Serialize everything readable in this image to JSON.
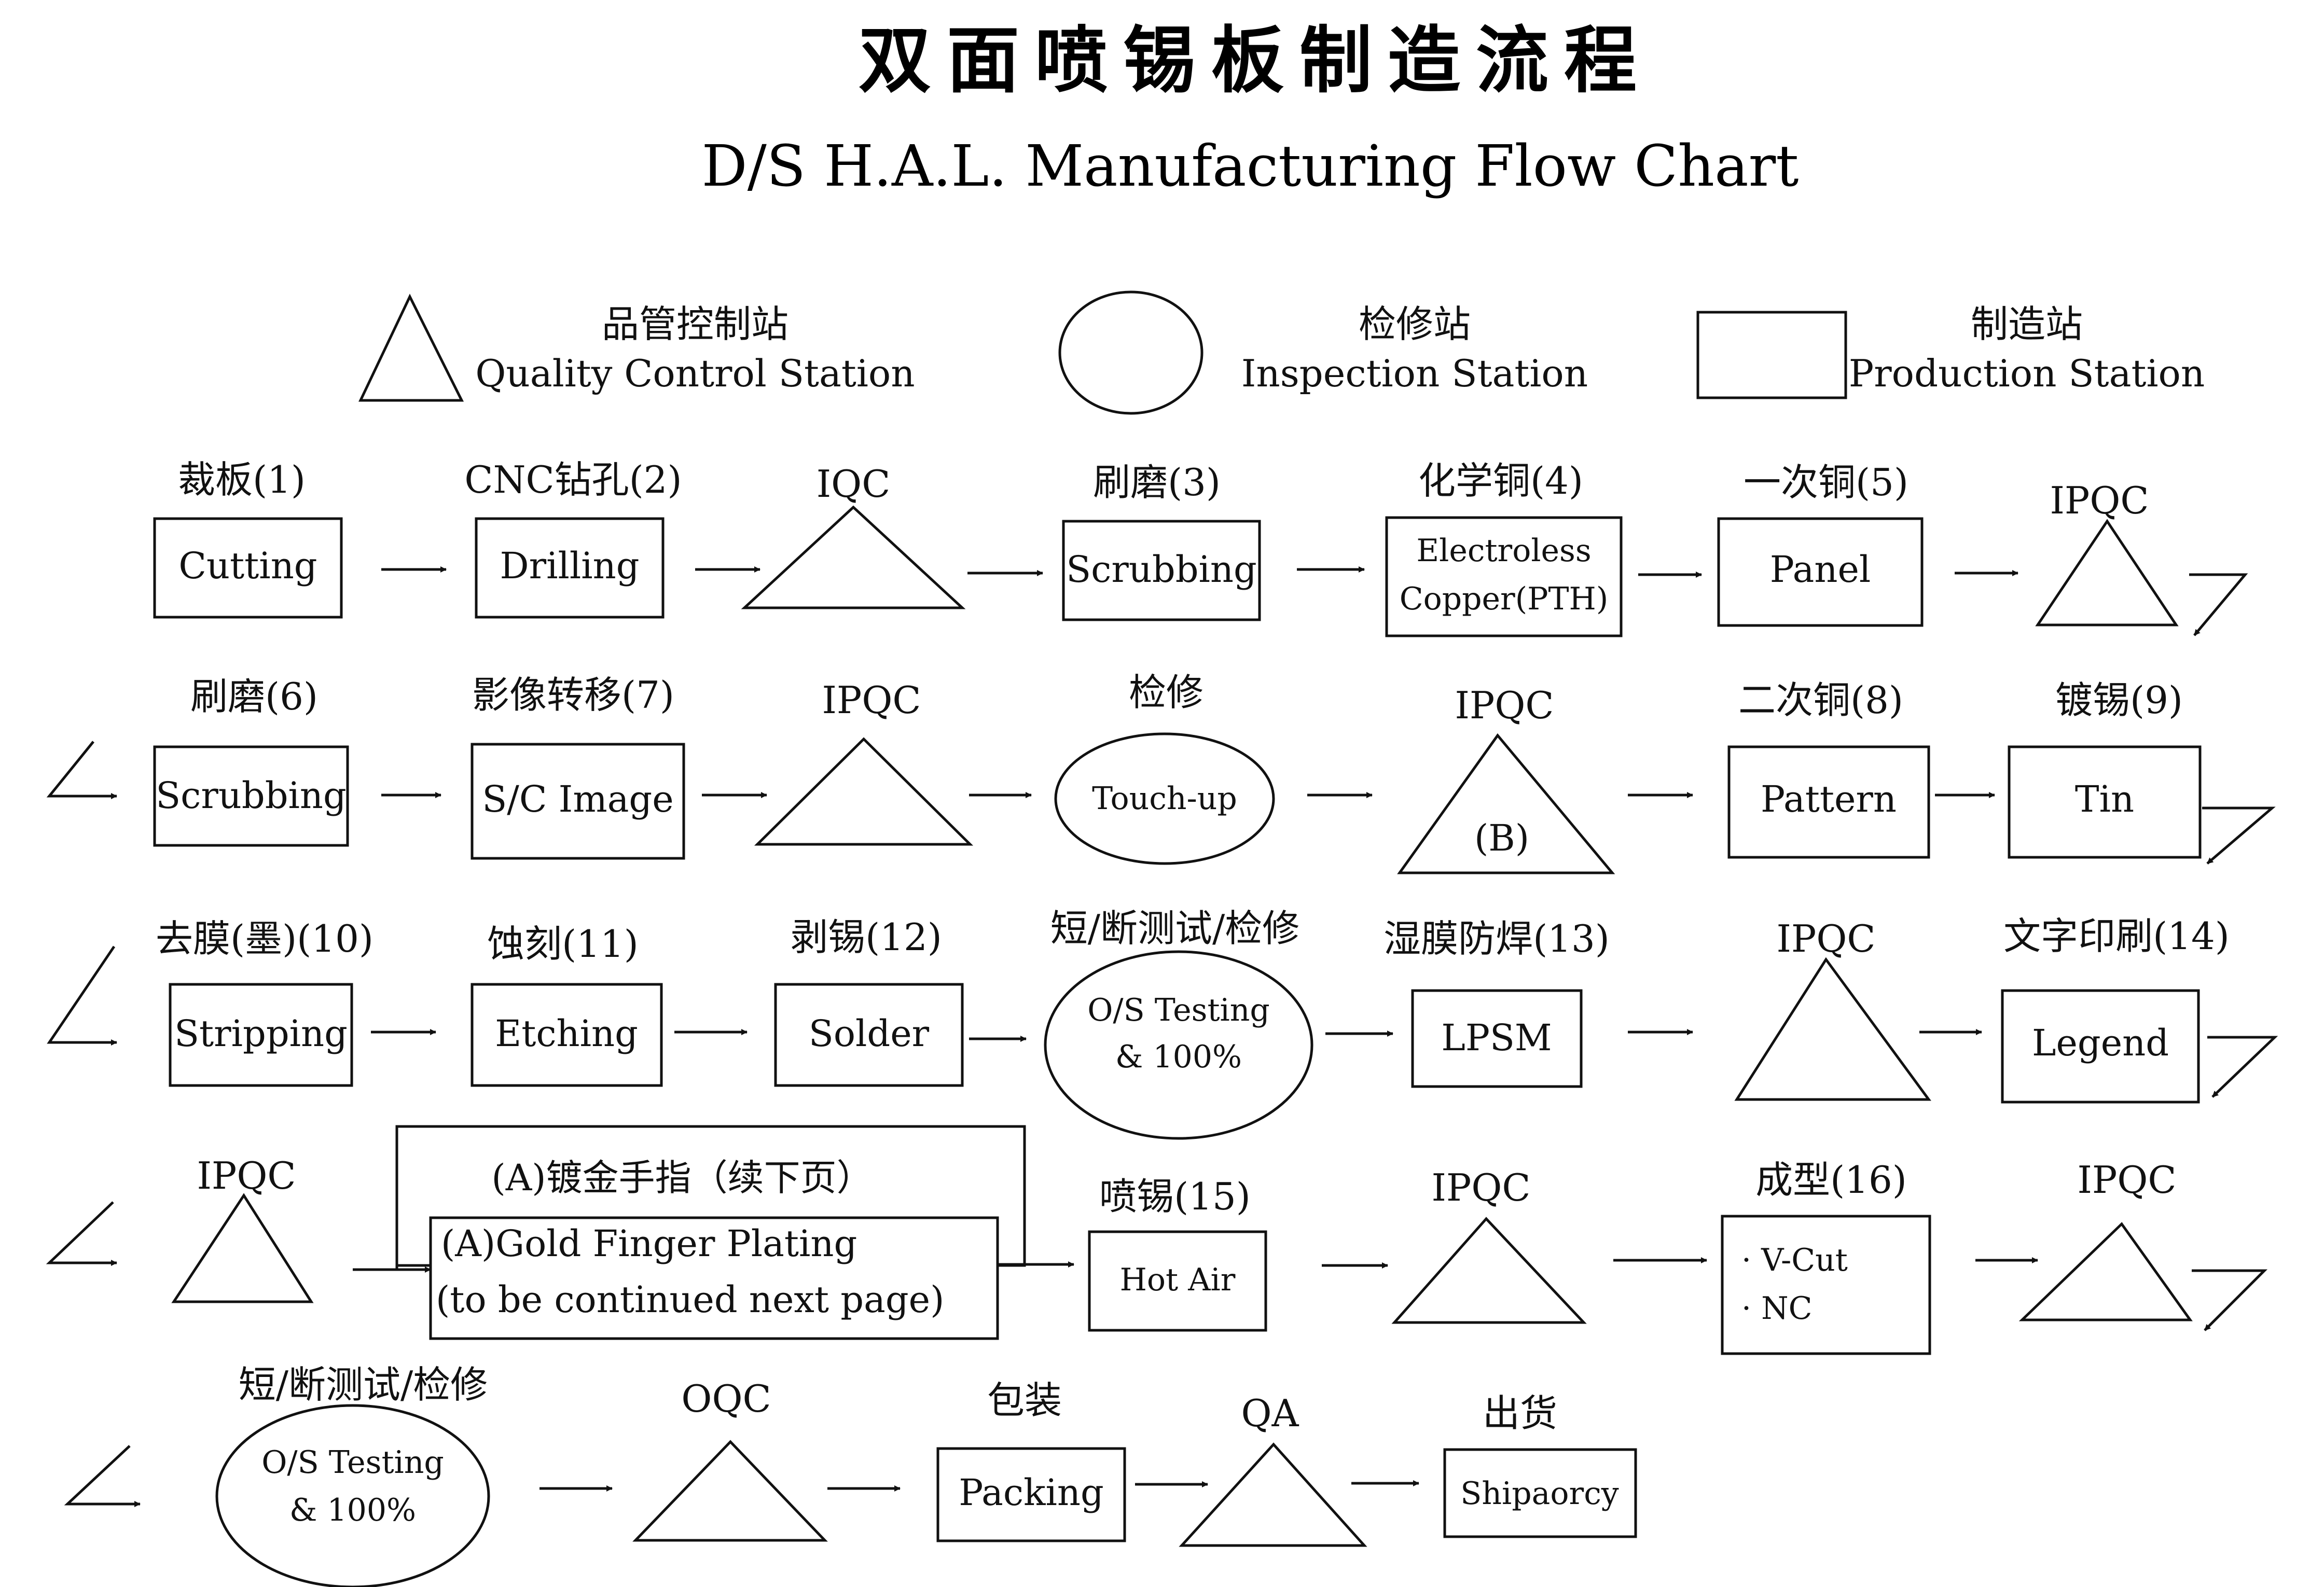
{
  "title_cn": "双面喷锡板制造流程",
  "title_en": "D/S H.A.L. Manufacturing Flow Chart",
  "legend": {
    "quality": {
      "cn": "品管控制站",
      "en": "Quality Control Station"
    },
    "inspection": {
      "cn": "检修站",
      "en": "Inspection Station"
    },
    "production": {
      "cn": "制造站",
      "en": "Production Station"
    }
  },
  "nodes": {
    "cutting": {
      "label": "裁板(1)",
      "text": "Cutting"
    },
    "drilling": {
      "label": "CNC钻孔(2)",
      "text": "Drilling"
    },
    "iqc": {
      "label": "IQC"
    },
    "scrubbing1": {
      "label": "刷磨(3)",
      "text": "Scrubbing"
    },
    "electroless": {
      "label": "化学铜(4)",
      "line1": "Electroless",
      "line2": "Copper(PTH)"
    },
    "panel": {
      "label": "一次铜(5)",
      "text": "Panel"
    },
    "ipqc1": {
      "label": "IPQC"
    },
    "scrubbing2": {
      "label": "刷磨(6)",
      "text": "Scrubbing"
    },
    "scimage": {
      "label": "影像转移(7)",
      "text": "S/C Image"
    },
    "ipqc2": {
      "label": "IPQC"
    },
    "touchup": {
      "label": "检修",
      "text": "Touch-up"
    },
    "ipqcb": {
      "label": "IPQC",
      "inner": "(B)"
    },
    "pattern": {
      "label": "二次铜(8)",
      "text": "Pattern"
    },
    "tin": {
      "label": "镀锡(9)",
      "text": "Tin"
    },
    "stripping": {
      "label": "去膜(墨)(10)",
      "text": "Stripping"
    },
    "etching": {
      "label": "蚀刻(11)",
      "text": "Etching"
    },
    "solder": {
      "label": "剥锡(12)",
      "text": "Solder"
    },
    "ostest1": {
      "label": "短/断测试/检修",
      "line1": "O/S Testing",
      "line2": "& 100%"
    },
    "lpsm": {
      "label": "湿膜防焊(13)",
      "text": "LPSM"
    },
    "ipqc3": {
      "label": "IPQC"
    },
    "legendnode": {
      "label": "文字印刷(14)",
      "text": "Legend"
    },
    "ipqc4": {
      "label": "IPQC"
    },
    "goldfinger": {
      "label": "(A)镀金手指（续下页）",
      "line1": "(A)Gold Finger Plating",
      "line2": "(to be continued next page)"
    },
    "hotair": {
      "label": "喷锡(15)",
      "text": "Hot Air"
    },
    "ipqc5": {
      "label": "IPQC"
    },
    "forming": {
      "label": "成型(16)",
      "line1": "· V-Cut",
      "line2": "· NC"
    },
    "ipqc6": {
      "label": "IPQC"
    },
    "ostest2": {
      "label": "短/断测试/检修",
      "line1": "O/S Testing",
      "line2": "& 100%"
    },
    "oqc": {
      "label": "OQC"
    },
    "packing": {
      "label": "包装",
      "text": "Packing"
    },
    "qa": {
      "label": "QA"
    },
    "shipping": {
      "label": "出货",
      "text": "Shipaorcy"
    }
  }
}
